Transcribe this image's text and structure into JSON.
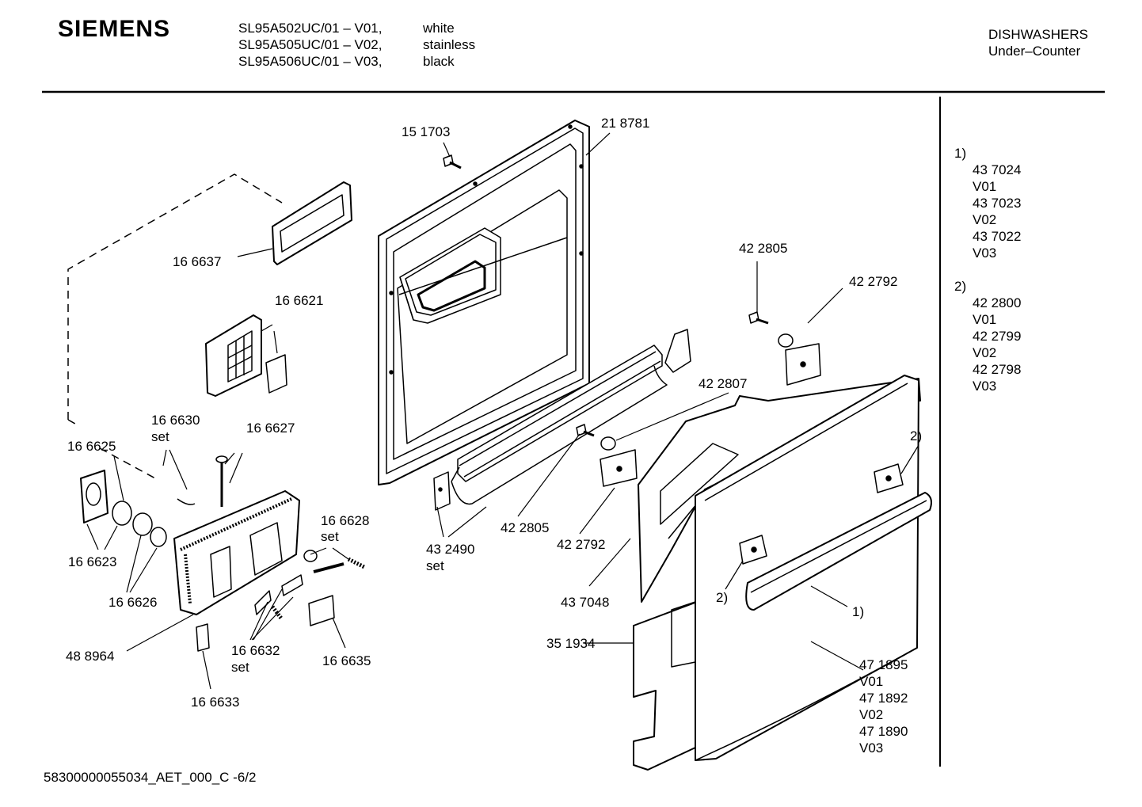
{
  "header": {
    "brand": "SIEMENS",
    "models": [
      {
        "code": "SL95A502UC/01 – V01,",
        "color": "white"
      },
      {
        "code": "SL95A505UC/01 – V02,",
        "color": "stainless"
      },
      {
        "code": "SL95A506UC/01 – V03,",
        "color": "black"
      }
    ],
    "category_line1": "DISHWASHERS",
    "category_line2": "Under–Counter"
  },
  "parts": {
    "p151703": "15 1703",
    "p218781": "21 8781",
    "p166637": "16 6637",
    "p166621": "16 6621",
    "p166630": "16 6630",
    "set_a": "set",
    "p166627": "16 6627",
    "p166625": "16 6625",
    "p166623": "16 6623",
    "p166626": "16 6626",
    "p488964": "48 8964",
    "p166628": "16 6628",
    "set_b": "set",
    "p166632": "16 6632",
    "set_c": "set",
    "p166635": "16 6635",
    "p166633": "16 6633",
    "p432490": "43 2490",
    "set_d": "set",
    "p422805_top": "42 2805",
    "p422792_top": "42 2792",
    "p422807": "42 2807",
    "p422805_bot": "42 2805",
    "p422792_bot": "42 2792",
    "p437048": "43 7048",
    "p351934": "35 1934",
    "ref2_right": "2)",
    "ref2_left": "2)",
    "ref1": "1)",
    "door_variants": [
      "47 1895",
      "V01",
      "47 1892",
      "V02",
      "47 1890",
      "V03"
    ]
  },
  "legend": {
    "group1_marker": "1)",
    "group1": [
      "43 7024",
      "V01",
      "43 7023",
      "V02",
      "43 7022",
      "V03"
    ],
    "group2_marker": "2)",
    "group2": [
      "42 2800",
      "V01",
      "42 2799",
      "V02",
      "42 2798",
      "V03"
    ]
  },
  "footer": {
    "doc_id": "58300000055034_AET_000_C  -6/2"
  }
}
